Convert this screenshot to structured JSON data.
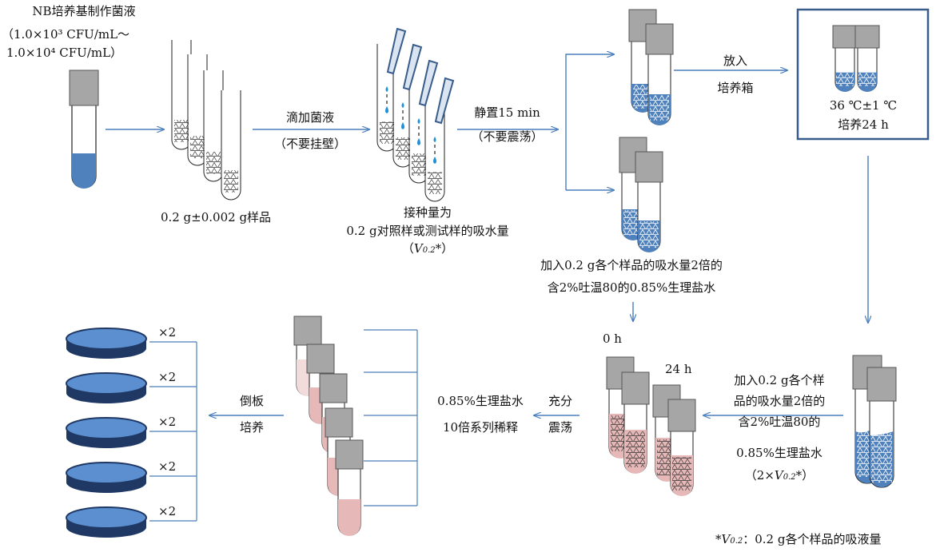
{
  "labels": {
    "medium_title": "NB培养基制作菌液",
    "medium_conc_1": "（1.0×10³ CFU/mL～",
    "medium_conc_2": "1.0×10⁴ CFU/mL）",
    "sample_weight": "0.2 g±0.002 g样品",
    "drip_1": "滴加菌液",
    "drip_2": "（不要挂壁）",
    "inoculum_1": "接种量为",
    "inoculum_2": "0.2 g对照样或测试样的吸水量",
    "inoculum_3_pre": "（",
    "inoculum_3_v": "V",
    "inoculum_3_sub": "0.2",
    "inoculum_3_post": "*）",
    "standing_1": "静置15 min",
    "standing_2": "（不要震荡）",
    "incubator_1": "放入",
    "incubator_2": "培养箱",
    "incubation_1": "36 ℃±1 ℃",
    "incubation_2": "培养24 h",
    "add_0h_1": "加入0.2 g各个样品的吸水量2倍的",
    "add_0h_2": "含2%吐温80的0.85%生理盐水",
    "time_0h": "0 h",
    "time_24h": "24 h",
    "add_24h_1": "加入0.2 g各个样",
    "add_24h_2": "品的吸水量2倍的",
    "add_24h_3": "含2%吐温80的",
    "add_24h_4": "0.85%生理盐水",
    "add_24h_5_pre": "（2×",
    "add_24h_5_v": "V",
    "add_24h_5_sub": "0.2",
    "add_24h_5_post": "*）",
    "shake_1": "充分",
    "shake_2": "震荡",
    "dilution_1": "0.85%生理盐水",
    "dilution_2": "10倍系列稀释",
    "plate_1": "倒板",
    "plate_2": "培养",
    "times": [
      "×2",
      "×2",
      "×2",
      "×2",
      "×2"
    ],
    "footnote_pre": "*",
    "footnote_v": "V",
    "footnote_sub": "0.2",
    "footnote_post": "：0.2 g各个样品的吸液量"
  },
  "colors": {
    "arrow": "#4a7ebb",
    "cap": "#a6a6a6",
    "blue_liquid": "#4f81bd",
    "pink_liquid": "#e6b9b8",
    "plate_fill": "#5b8fd0",
    "plate_rim": "#1f3864",
    "incubator_border": "#385d8a"
  }
}
